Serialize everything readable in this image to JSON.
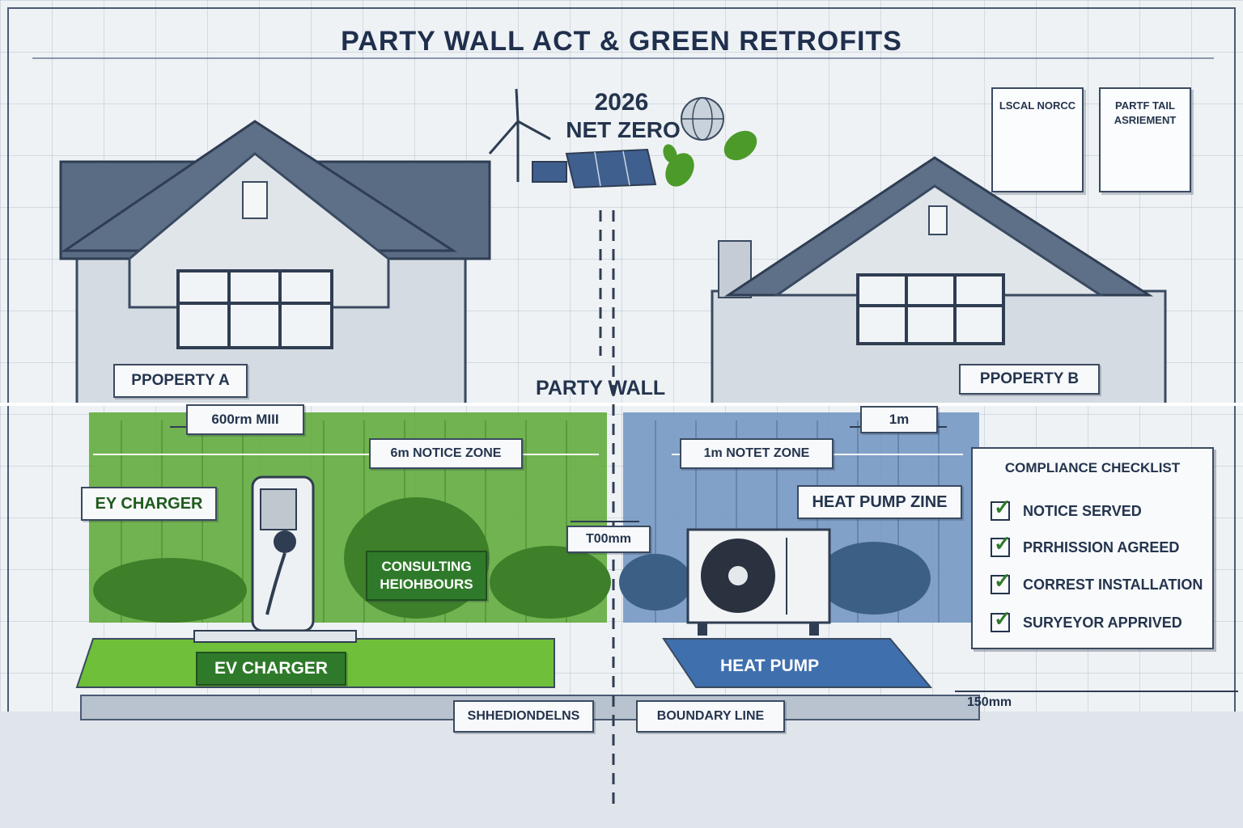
{
  "title": "PARTY WALL ACT & GREEN RETROFITS",
  "net_zero": {
    "year": "2026",
    "label": "NET ZERO"
  },
  "documents": [
    "LSCAL NORCC",
    "PARTF TAIL ASRIEMENT"
  ],
  "properties": {
    "a": "PPOPERTY A",
    "b": "PPOPERTY B"
  },
  "party_wall": "PARTY WALL",
  "dimensions": {
    "left_min": "600rm MIII",
    "right_min": "1m",
    "left_notice": "6m NOTICE ZONE",
    "right_notice": "1m NOTET ZONE",
    "gap": "T00mm",
    "offset": "150mm"
  },
  "zones": {
    "ev_charger_tag": "EY CHARGER",
    "consulting": "CONSULTING HEIOHBOURS",
    "heat_pump_zone": "HEAT PUMP ZINE",
    "ev_charger": "EV CHARGER",
    "heat_pump": "HEAT PUMP"
  },
  "bottom_labels": {
    "left": "SHHEDIONDELNS",
    "right": "BOUNDARY LINE"
  },
  "checklist": {
    "title": "COMPLIANCE CHECKLIST",
    "items": [
      "NOTICE SERVED",
      "PRRHISSION AGREED",
      "CORREST INSTALLATION",
      "SURYEYOR APPRIVED"
    ]
  },
  "colors": {
    "green_zone": "#5aa832",
    "blue_zone": "#5f86b3",
    "ink": "#24344d",
    "leaf": "#4c9a2a"
  }
}
